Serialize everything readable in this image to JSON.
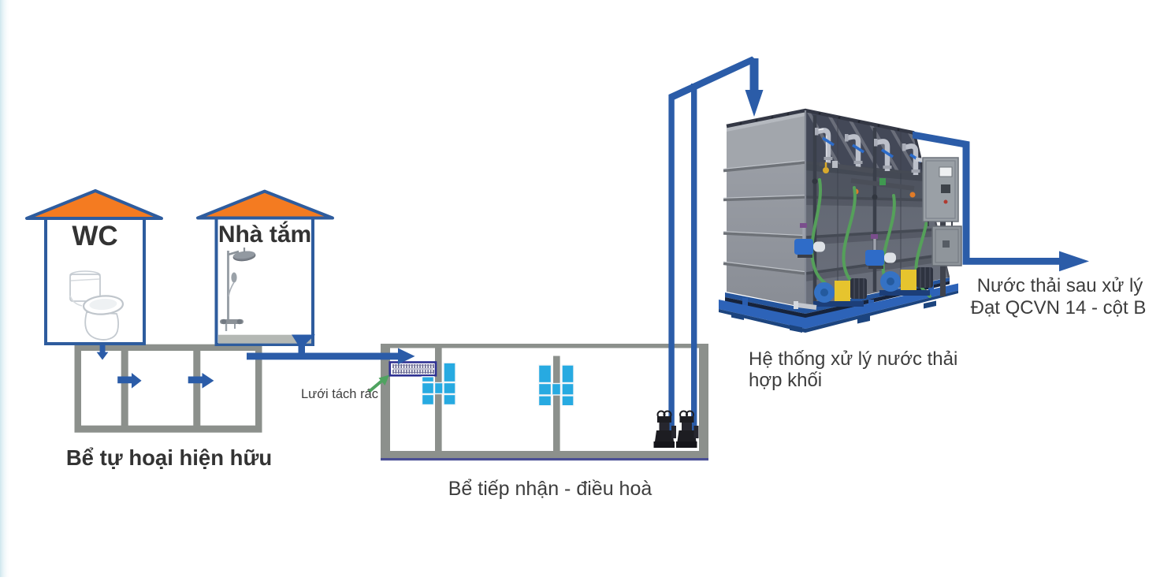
{
  "labels": {
    "wc": "WC",
    "bathroom": "Nhà tắm",
    "septic_tank": "Bể tự hoại hiện hữu",
    "receiving_tank": "Bể tiếp nhận - điều hoà",
    "trash_screen": "Lưới tách rác",
    "treatment_system_line1": "Hệ thống xử lý nước thải",
    "treatment_system_line2": "hợp khối",
    "effluent_line1": "Nước thải sau xử lý",
    "effluent_line2": "Đạt QCVN 14 - cột B"
  },
  "colors": {
    "background": "#ffffff",
    "edge_tint": "#cfe7ee",
    "pipe_blue": "#2b5ca8",
    "house_wall_blue": "#2e5c9e",
    "roof_orange": "#f47b21",
    "tank_gray": "#8c908c",
    "slab_gray": "#b4b8b4",
    "mixer_cyan": "#27aae1",
    "screen_navy": "#2e3192",
    "green_arrow": "#4fa360",
    "hose_green": "#55a05a",
    "skid_blue": "#2d63b8",
    "steel_light": "#9ba0a8",
    "steel_dark": "#5e636f",
    "pump_black": "#1d1d22",
    "pump_yellow": "#e6c42e",
    "pump_blue": "#3572c4",
    "cabinet_gray": "#9aa0a6",
    "label_dark": "#3d3d3d"
  }
}
